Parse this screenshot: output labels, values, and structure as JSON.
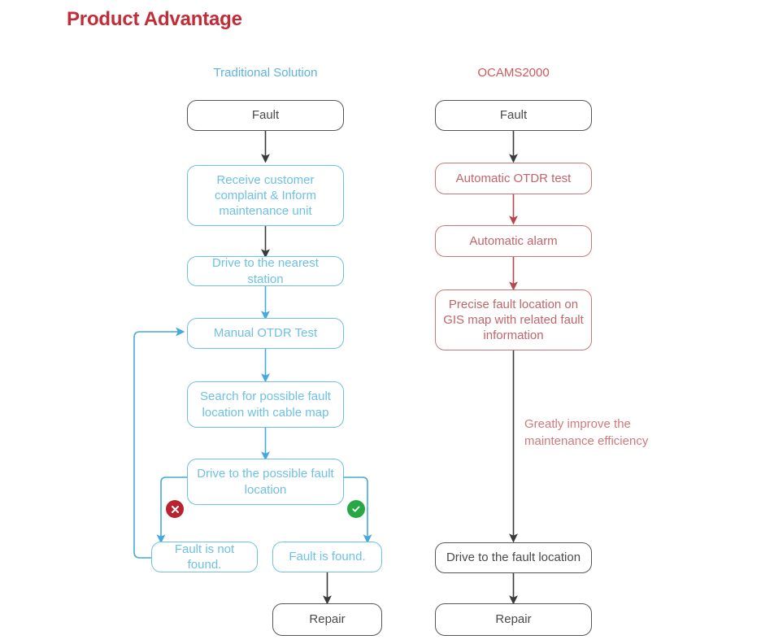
{
  "title": "Product Advantage",
  "colors": {
    "title": "#C32B36",
    "traditional": "#6EC1E4",
    "ocams": "#C1656A",
    "neutral": "#4A4A4A",
    "fail_badge": "#B8232F",
    "pass_badge": "#28A745"
  },
  "columns": {
    "left": {
      "header": "Traditional Solution"
    },
    "right": {
      "header": "OCAMS2000"
    }
  },
  "left_flow": {
    "nodes": [
      {
        "id": "l-fault",
        "label": "Fault"
      },
      {
        "id": "l-receive",
        "label": "Receive customer complaint & Inform maintenance unit"
      },
      {
        "id": "l-drive-station",
        "label": "Drive to the nearest station"
      },
      {
        "id": "l-manual-otdr",
        "label": "Manual OTDR Test"
      },
      {
        "id": "l-search",
        "label": "Search for possible fault location with cable map"
      },
      {
        "id": "l-drive-poss",
        "label": "Drive to the possible fault location"
      },
      {
        "id": "l-not-found",
        "label": "Fault is not found."
      },
      {
        "id": "l-found",
        "label": "Fault is found."
      },
      {
        "id": "l-repair",
        "label": "Repair"
      }
    ],
    "badges": {
      "fail": "✕",
      "pass": "✓"
    }
  },
  "right_flow": {
    "nodes": [
      {
        "id": "r-fault",
        "label": "Fault"
      },
      {
        "id": "r-auto-otdr",
        "label": "Automatic OTDR test"
      },
      {
        "id": "r-auto-alarm",
        "label": "Automatic alarm"
      },
      {
        "id": "r-precise",
        "label": "Precise fault location on GIS map with related fault information"
      },
      {
        "id": "r-drive-fault",
        "label": "Drive to the fault location"
      },
      {
        "id": "r-repair",
        "label": "Repair"
      }
    ],
    "annotation": "Greatly improve the maintenance efficiency"
  }
}
